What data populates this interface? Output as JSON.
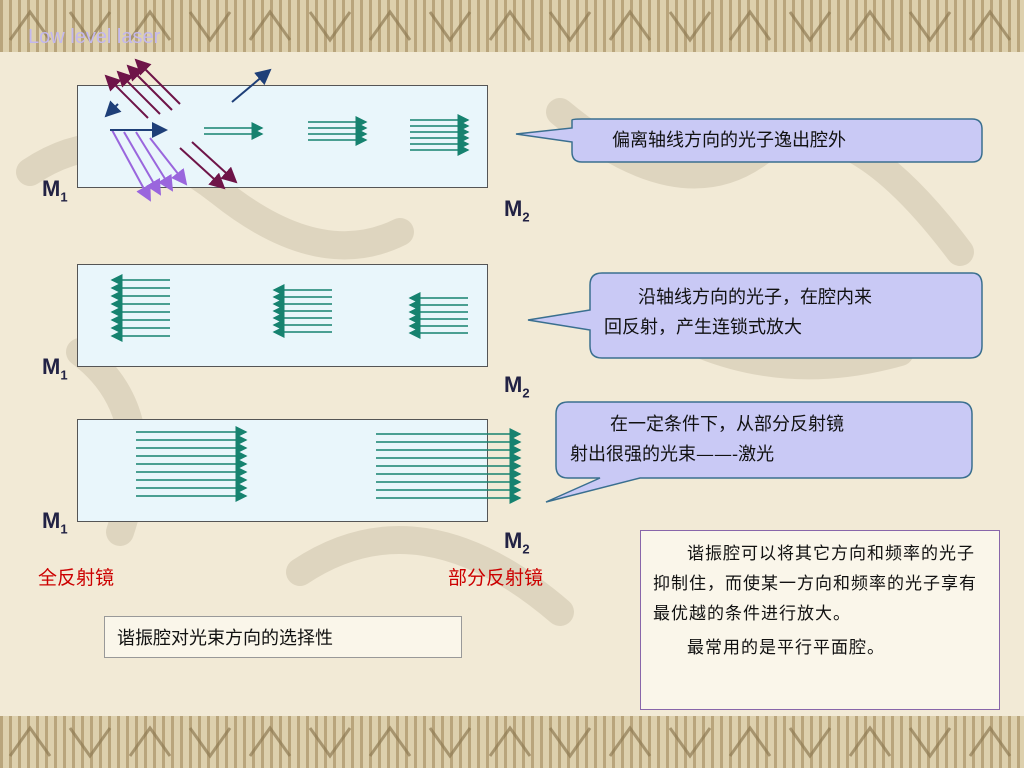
{
  "title": "Low level laser",
  "mirrors": {
    "m1": "M",
    "m2": "M",
    "m1_sub": "1",
    "m2_sub": "2"
  },
  "callouts": {
    "first": "偏离轴线方向的光子逸出腔外",
    "second_line1": "沿轴线方向的光子，在腔内来",
    "second_line2": "回反射，产生连锁式放大",
    "third_line1": "在一定条件下，从部分反射镜",
    "third_line2": "射出很强的光束——-激光"
  },
  "labels": {
    "full_mirror": "全反射镜",
    "partial_mirror": "部分反射镜",
    "selectivity": "谐振腔对光束方向的选择性"
  },
  "note": {
    "paragraph1": "谐振腔可以将其它方向和频率的光子抑制住，而使某一方向和频率的光子享有最优越的条件进行放大。",
    "paragraph2": "最常用的是平行平面腔。"
  },
  "colors": {
    "callout_fill": "#c9c9f5",
    "callout_border": "#3a6f8f",
    "arrow_teal": "#16826f",
    "arrow_purple": "#9a66dd",
    "arrow_maroon": "#6e1448",
    "arrow_navy": "#1e3f78",
    "caption_red": "#cc0000"
  }
}
